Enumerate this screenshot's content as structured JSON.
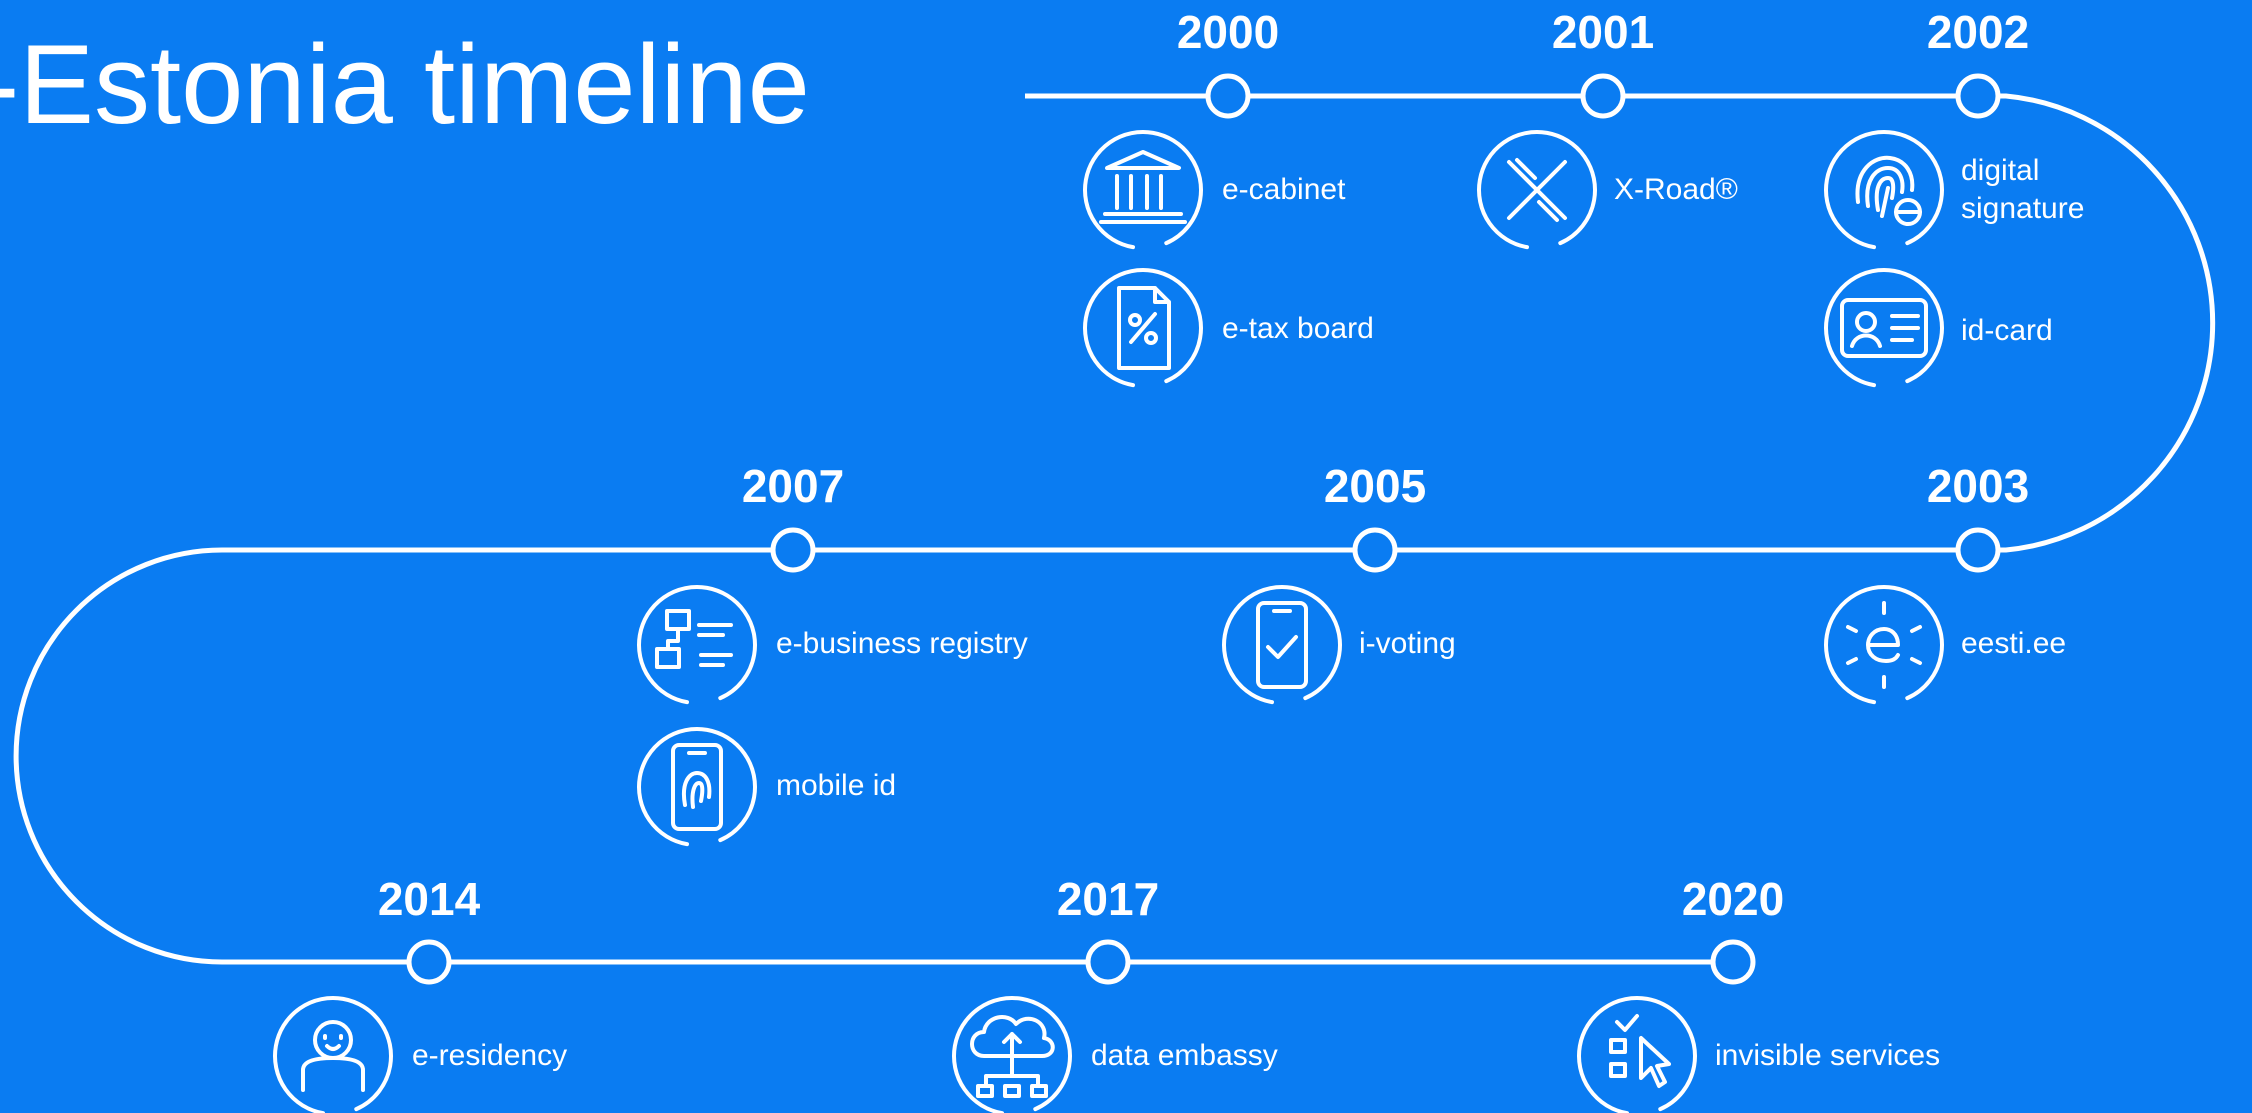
{
  "title": "-Estonia timeline",
  "colors": {
    "background": "#0a7cf2",
    "foreground": "#ffffff"
  },
  "milestones": [
    {
      "year": "2000",
      "items": [
        {
          "icon": "bank-building-icon",
          "label": "e-cabinet"
        },
        {
          "icon": "tax-document-icon",
          "label": "e-tax board"
        }
      ]
    },
    {
      "year": "2001",
      "items": [
        {
          "icon": "x-road-icon",
          "label": "X-Road®"
        }
      ]
    },
    {
      "year": "2002",
      "items": [
        {
          "icon": "fingerprint-signature-icon",
          "label": "digital signature"
        },
        {
          "icon": "id-card-icon",
          "label": "id-card"
        }
      ]
    },
    {
      "year": "2003",
      "items": [
        {
          "icon": "eesti-e-icon",
          "label": "eesti.ee"
        }
      ]
    },
    {
      "year": "2005",
      "items": [
        {
          "icon": "phone-check-icon",
          "label": "i-voting"
        }
      ]
    },
    {
      "year": "2007",
      "items": [
        {
          "icon": "org-chart-icon",
          "label": "e-business registry"
        },
        {
          "icon": "phone-fingerprint-icon",
          "label": "mobile id"
        }
      ]
    },
    {
      "year": "2014",
      "items": [
        {
          "icon": "person-icon",
          "label": "e-residency"
        }
      ]
    },
    {
      "year": "2017",
      "items": [
        {
          "icon": "cloud-network-icon",
          "label": "data embassy"
        }
      ]
    },
    {
      "year": "2020",
      "items": [
        {
          "icon": "checklist-cursor-icon",
          "label": "invisible services"
        }
      ]
    }
  ]
}
